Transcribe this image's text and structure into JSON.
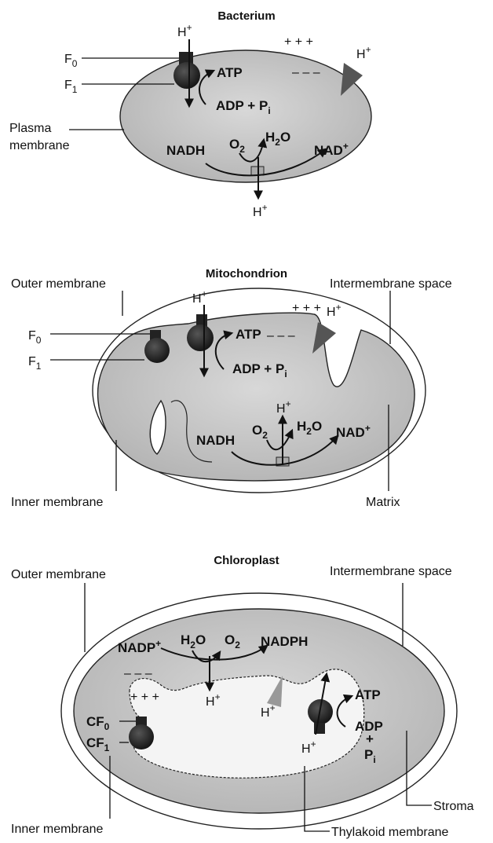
{
  "bacterium": {
    "title": "Bacterium",
    "labels": {
      "f0": "F",
      "f0_sub": "0",
      "f1": "F",
      "f1_sub": "1",
      "plasma_membrane_1": "Plasma",
      "plasma_membrane_2": "membrane"
    },
    "chem": {
      "atp": "ATP",
      "adp_pi": "ADP + P",
      "adp_pi_sub": "i",
      "nadh": "NADH",
      "o2": "O",
      "o2_sub": "2",
      "h2o_a": "H",
      "h2o_sub": "2",
      "h2o_b": "O",
      "nad": "NAD",
      "nad_sup": "+"
    },
    "protons": {
      "h_top": "H",
      "h_right": "H",
      "h_bottom": "H",
      "sup": "+"
    },
    "charges": {
      "plus": "+  +  +",
      "minus": "–  –  –"
    }
  },
  "mitochondrion": {
    "title": "Mitochondrion",
    "labels": {
      "outer": "Outer membrane",
      "intermembrane": "Intermembrane space",
      "inner": "Inner membrane",
      "matrix": "Matrix",
      "f0": "F",
      "f0_sub": "0",
      "f1": "F",
      "f1_sub": "1"
    },
    "chem": {
      "atp": "ATP",
      "adp_pi": "ADP + P",
      "adp_pi_sub": "i",
      "nadh": "NADH",
      "o2": "O",
      "o2_sub": "2",
      "h2o_a": "H",
      "h2o_sub": "2",
      "h2o_b": "O",
      "nad": "NAD",
      "nad_sup": "+"
    },
    "protons": {
      "h_top": "H",
      "h_right": "H",
      "h_middle": "H",
      "sup": "+"
    },
    "charges": {
      "plus": "+  +  +",
      "minus": "–  –  –"
    }
  },
  "chloroplast": {
    "title": "Chloroplast",
    "labels": {
      "outer": "Outer membrane",
      "intermembrane": "Intermembrane space",
      "inner": "Inner membrane",
      "stroma": "Stroma",
      "thylakoid": "Thylakoid membrane",
      "cf0": "CF",
      "cf0_sub": "0",
      "cf1": "CF",
      "cf1_sub": "1"
    },
    "chem": {
      "nadp": "NADP",
      "nadp_sup": "+",
      "h2o_a": "H",
      "h2o_sub": "2",
      "h2o_b": "O",
      "o2": "O",
      "o2_sub": "2",
      "nadph": "NADPH",
      "atp": "ATP",
      "adp": "ADP",
      "plus": "+",
      "pi": "P",
      "pi_sub": "i"
    },
    "protons": {
      "h_center": "H",
      "h_thylakoid": "H",
      "h_synthase": "H",
      "sup": "+"
    },
    "charges": {
      "plus": "+  +  +",
      "minus": "–  –  –"
    }
  },
  "colors": {
    "membrane_fill": "#c8c8c8",
    "synthase": "#2a2a2a",
    "ink": "#111111",
    "background": "#ffffff"
  }
}
